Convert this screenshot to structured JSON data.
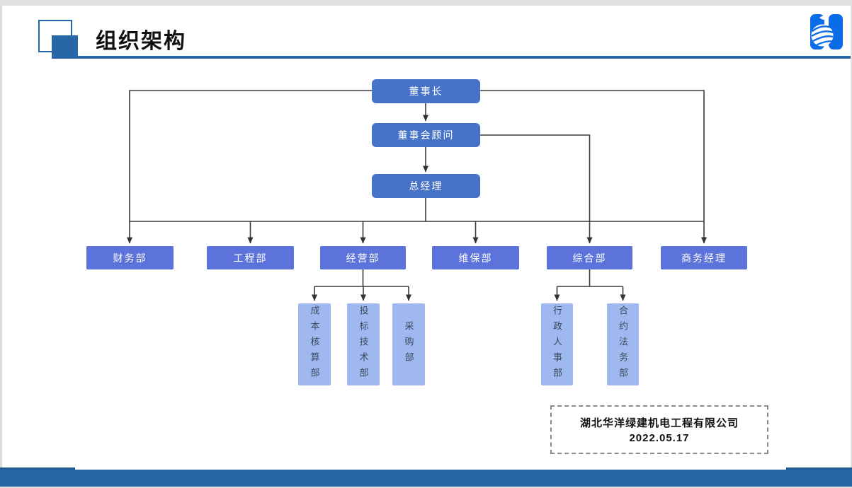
{
  "header": {
    "title": "组织架构"
  },
  "logo": {
    "name": "company-logo",
    "color": "#0a6ce6"
  },
  "org_chart": {
    "type": "org-tree",
    "top_nodes": [
      {
        "id": "chairman",
        "label": "董事长"
      },
      {
        "id": "board-advisor",
        "label": "董事会顾问"
      },
      {
        "id": "general-manager",
        "label": "总经理"
      }
    ],
    "departments": [
      {
        "id": "finance",
        "label": "财务部",
        "reports_to": "chairman"
      },
      {
        "id": "engineering",
        "label": "工程部",
        "reports_to": "general-manager"
      },
      {
        "id": "operations",
        "label": "经营部",
        "reports_to": "general-manager"
      },
      {
        "id": "maintenance",
        "label": "维保部",
        "reports_to": "general-manager"
      },
      {
        "id": "general-affairs",
        "label": "综合部",
        "reports_to": "board-advisor"
      },
      {
        "id": "business-manager",
        "label": "商务经理",
        "reports_to": "chairman"
      }
    ],
    "operations_sub_departments": [
      {
        "label": "成本核算部"
      },
      {
        "label": "投标技术部"
      },
      {
        "label": "采购部"
      }
    ],
    "general_affairs_sub_departments": [
      {
        "label": "行政人事部"
      },
      {
        "label": "合约法务部"
      }
    ]
  },
  "footer_note": {
    "company": "湖北华洋绿建机电工程有限公司",
    "date": "2022.05.17"
  },
  "colors": {
    "accent_blue": "#2767a7",
    "node_top": "#4673c8",
    "node_department": "#5b73da",
    "node_sub": "#9fb8f0",
    "connector": "#3a3a3a",
    "logo_blue": "#0a6ce6"
  }
}
